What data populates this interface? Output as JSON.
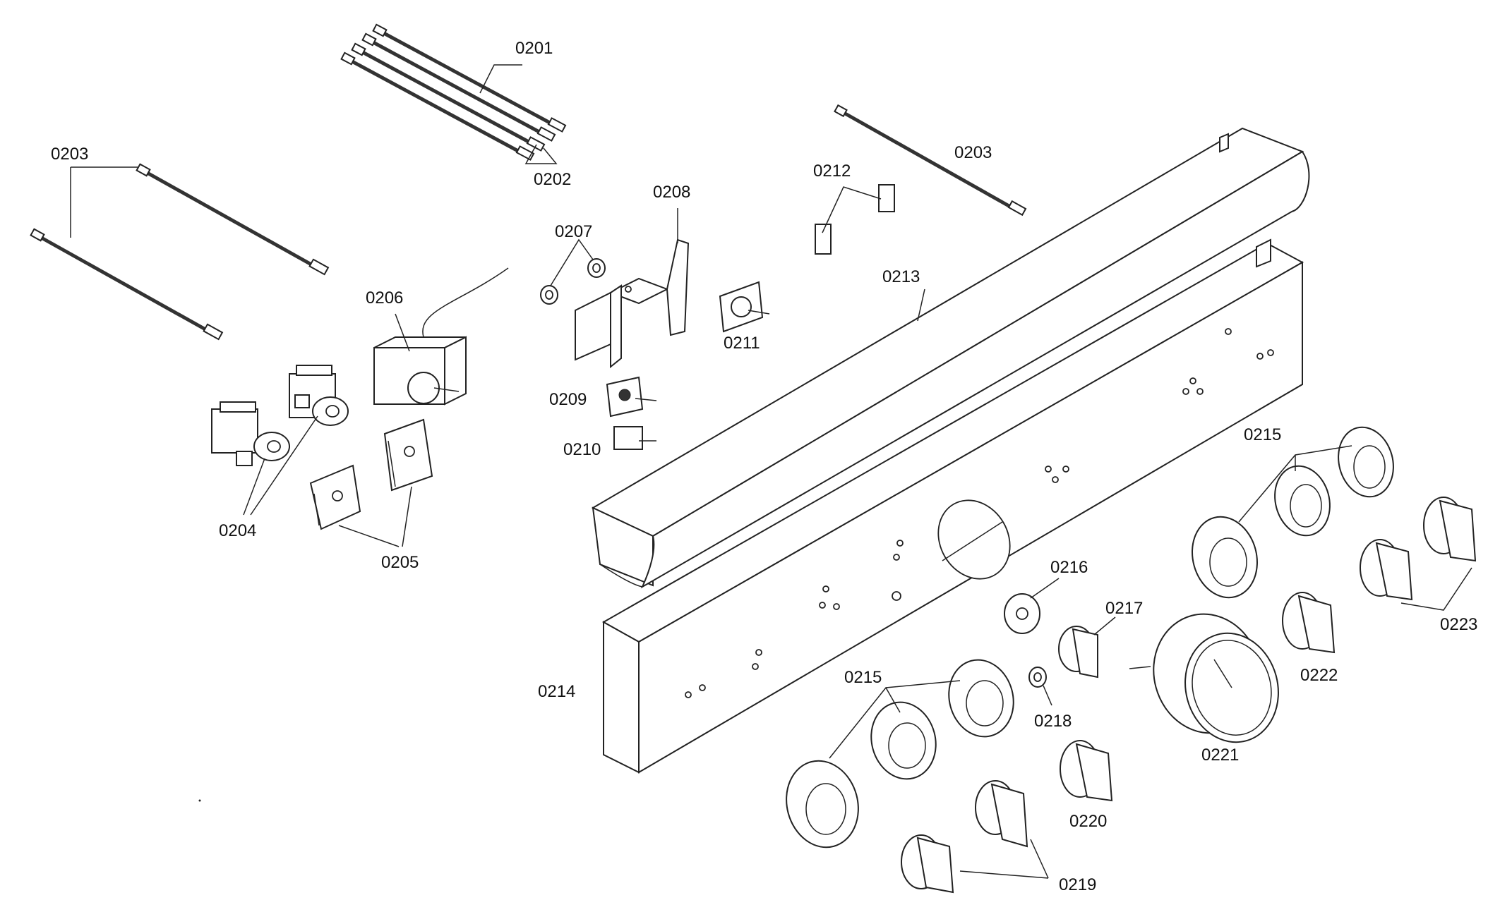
{
  "colors": {
    "line": "#222222",
    "background": "#ffffff"
  },
  "labels": {
    "p0201": "0201",
    "p0202": "0202",
    "p0203_left": "0203",
    "p0203_right": "0203",
    "p0204": "0204",
    "p0205": "0205",
    "p0206": "0206",
    "p0207": "0207",
    "p0208": "0208",
    "p0209": "0209",
    "p0210": "0210",
    "p0211": "0211",
    "p0212": "0212",
    "p0213": "0213",
    "p0214": "0214",
    "p0215_upper": "0215",
    "p0215_lower": "0215",
    "p0216": "0216",
    "p0217": "0217",
    "p0218": "0218",
    "p0219": "0219",
    "p0220": "0220",
    "p0221": "0221",
    "p0222": "0222",
    "p0223": "0223"
  }
}
